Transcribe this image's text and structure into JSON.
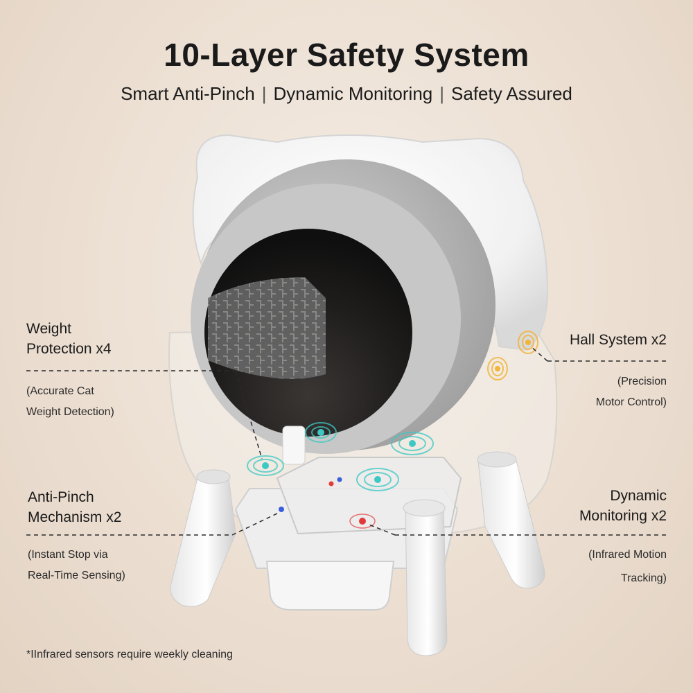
{
  "header": {
    "title": "10-Layer Safety System",
    "subtitle_items": [
      "Smart Anti-Pinch",
      "Dynamic Monitoring",
      "Safety Assured"
    ],
    "separator": "|"
  },
  "features": {
    "weight": {
      "title_line1": "Weight",
      "title_line2": "Protection x4",
      "desc_line1": "(Accurate Cat",
      "desc_line2": "Weight Detection)"
    },
    "hall": {
      "title": "Hall System x2",
      "desc_line1": "(Precision",
      "desc_line2": "Motor Control)"
    },
    "anti_pinch": {
      "title_line1": "Anti-Pinch",
      "title_line2": "Mechanism x2",
      "desc_line1": "(Instant Stop via",
      "desc_line2": "Real-Time Sensing)"
    },
    "dynamic": {
      "title_line1": "Dynamic",
      "title_line2": "Monitoring x2",
      "desc_line1": "(Infrared Motion",
      "desc_line2": "Tracking)"
    }
  },
  "footnote": "*IInfrared sensors require weekly cleaning",
  "colors": {
    "teal_sensor": "#3cc9c4",
    "amber_sensor": "#f2b43a",
    "red_sensor": "#e23a3a",
    "blue_sensor": "#3a5fd9"
  }
}
